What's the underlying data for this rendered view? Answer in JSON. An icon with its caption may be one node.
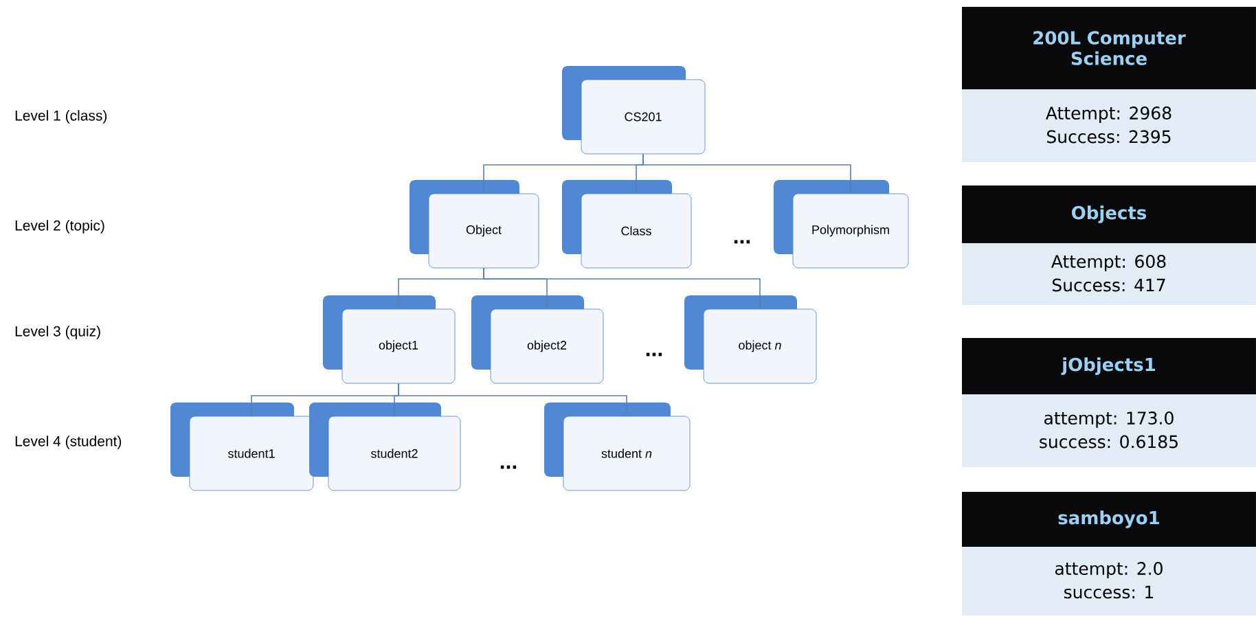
{
  "diagram": {
    "nodes": [
      {
        "text": [
          "CS201"
        ]
      },
      {
        "text": [
          "Object"
        ]
      },
      {
        "text": [
          "Class"
        ]
      },
      {
        "text": [
          "Polymorphism"
        ]
      },
      {
        "text": [
          "object1"
        ]
      },
      {
        "text": [
          "object2"
        ]
      },
      {
        "text": [
          "object *n*"
        ]
      },
      {
        "text": [
          "student1"
        ]
      },
      {
        "text": [
          "student2"
        ]
      },
      {
        "text": [
          "student *n*"
        ]
      },
      {
        "text": [
          "200L Computer Science",
          "Attempt: 2968",
          "Success: 2395"
        ]
      },
      {
        "text": [
          "Objects",
          "Attempt: 608",
          "Success: 417"
        ]
      },
      {
        "text": [
          "jObjects1",
          "attempt: 173.0",
          "success: 0.6185"
        ]
      },
      {
        "text": [
          "samboyo1",
          "attempt: 2.0",
          "success: 1"
        ]
      }
    ],
    "edges": [
      {
        "from": 0,
        "to": 1,
        "arrow": "none"
      },
      {
        "from": 0,
        "to": 2,
        "arrow": "none"
      },
      {
        "from": 0,
        "to": 3,
        "arrow": "none"
      },
      {
        "from": 1,
        "to": 4,
        "arrow": "none"
      },
      {
        "from": 1,
        "to": 5,
        "arrow": "none"
      },
      {
        "from": 1,
        "to": 6,
        "arrow": "none"
      },
      {
        "from": 4,
        "to": 7,
        "arrow": "none"
      },
      {
        "from": 4,
        "to": 8,
        "arrow": "none"
      },
      {
        "from": 4,
        "to": 9,
        "arrow": "none"
      }
    ],
    "labels": [
      "Level 1 (class)",
      "Level 2 (topic)",
      "...",
      "Level 3 (quiz)",
      "...",
      "Level 4 (student)",
      "..."
    ]
  }
}
